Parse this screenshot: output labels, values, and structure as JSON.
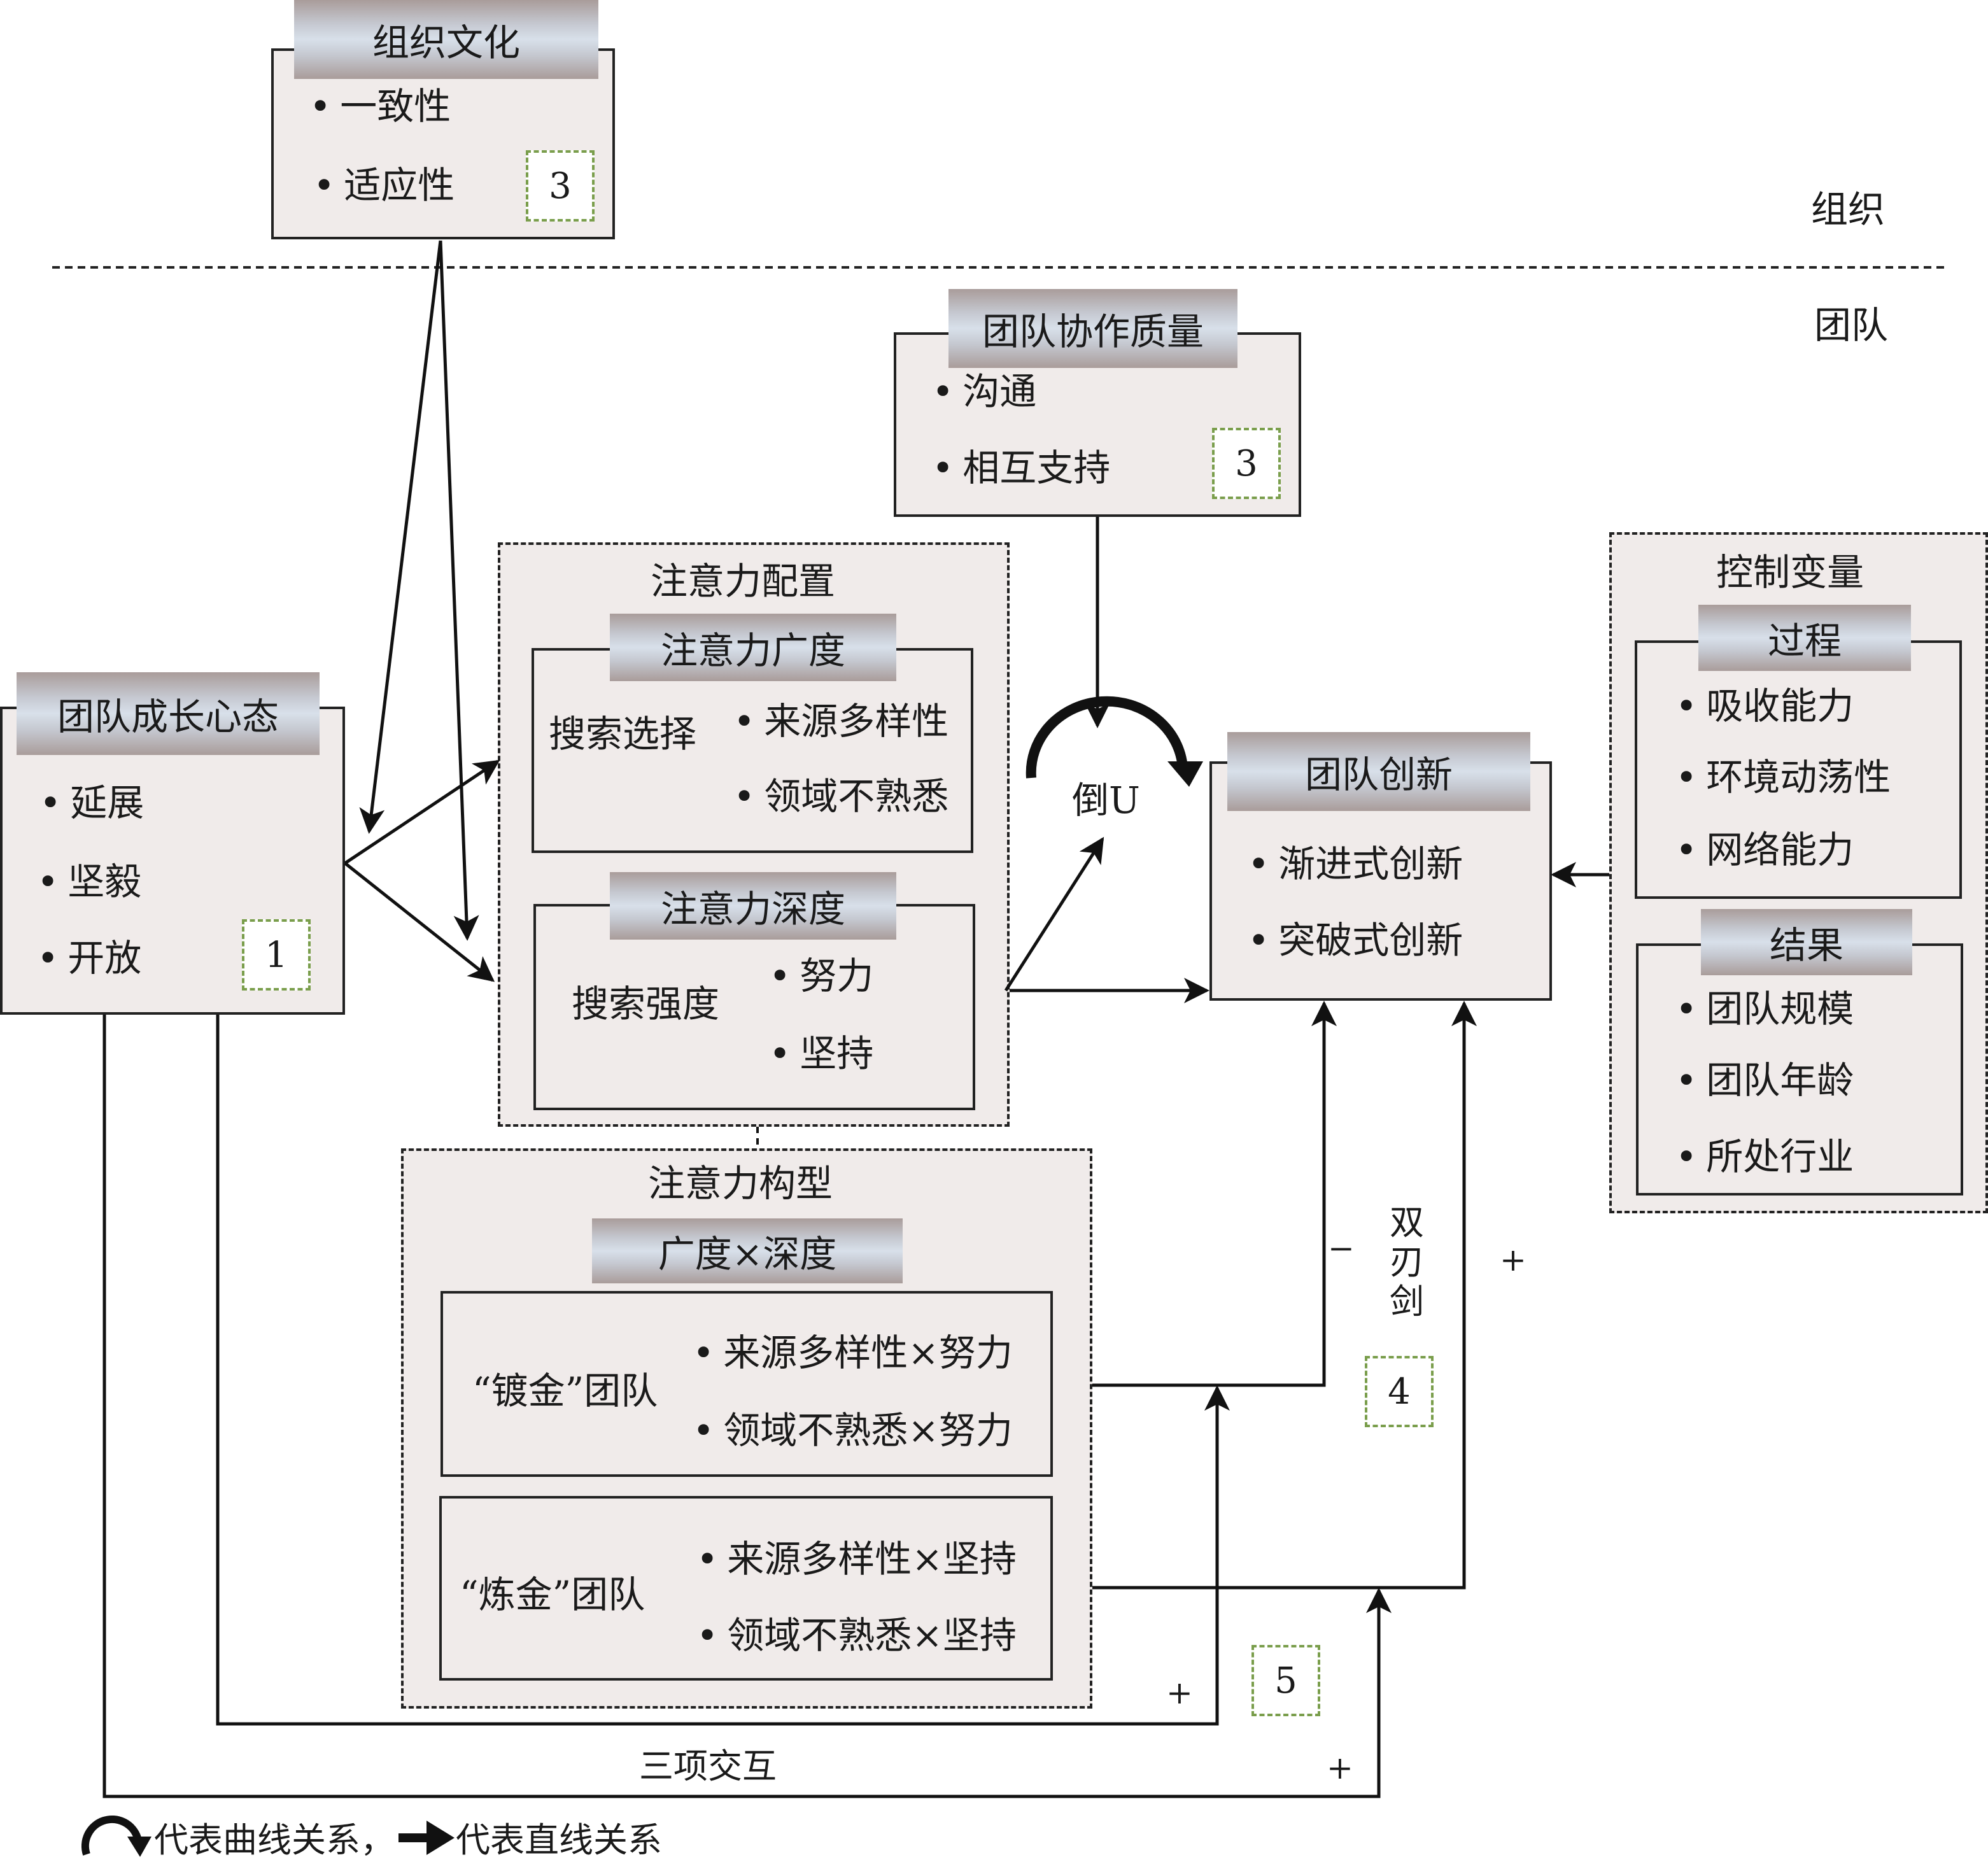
{
  "levels": {
    "organization": "组织",
    "team": "团队"
  },
  "org_culture": {
    "title": "组织文化",
    "items": [
      "一致性",
      "适应性"
    ],
    "marker": "3"
  },
  "collab_quality": {
    "title": "团队协作质量",
    "items": [
      "沟通",
      "相互支持"
    ],
    "marker": "3"
  },
  "growth_mindset": {
    "title": "团队成长心态",
    "items": [
      "延展",
      "坚毅",
      "开放"
    ],
    "marker": "1"
  },
  "attention_allocation": {
    "title": "注意力配置",
    "breadth": {
      "title": "注意力广度",
      "label": "搜索选择",
      "items": [
        "来源多样性",
        "领域不熟悉"
      ]
    },
    "depth": {
      "title": "注意力深度",
      "label": "搜索强度",
      "items": [
        "努力",
        "坚持"
      ]
    }
  },
  "inverted_u_label": "倒U",
  "team_innovation": {
    "title": "团队创新",
    "items": [
      "渐进式创新",
      "突破式创新"
    ]
  },
  "controls": {
    "title": "控制变量",
    "process": {
      "title": "过程",
      "items": [
        "吸收能力",
        "环境动荡性",
        "网络能力"
      ]
    },
    "outcome": {
      "title": "结果",
      "items": [
        "团队规模",
        "团队年龄",
        "所处行业"
      ]
    }
  },
  "attention_configuration": {
    "title": "注意力构型",
    "subtitle": "广度×深度",
    "gilded": {
      "label": "“镀金”团队",
      "items": [
        "来源多样性×努力",
        "领域不熟悉×努力"
      ]
    },
    "refined": {
      "label": "“炼金”团队",
      "items": [
        "来源多样性×坚持",
        "领域不熟悉×坚持"
      ]
    }
  },
  "double_edged": {
    "label": "双刃剑",
    "minus": "−",
    "plus": "+",
    "marker": "4"
  },
  "interaction": {
    "plus_a": "+",
    "plus_b": "+",
    "marker": "5",
    "label": "三项交互"
  },
  "legend": {
    "curve_text": "代表曲线关系，",
    "straight_text": "代表直线关系"
  }
}
